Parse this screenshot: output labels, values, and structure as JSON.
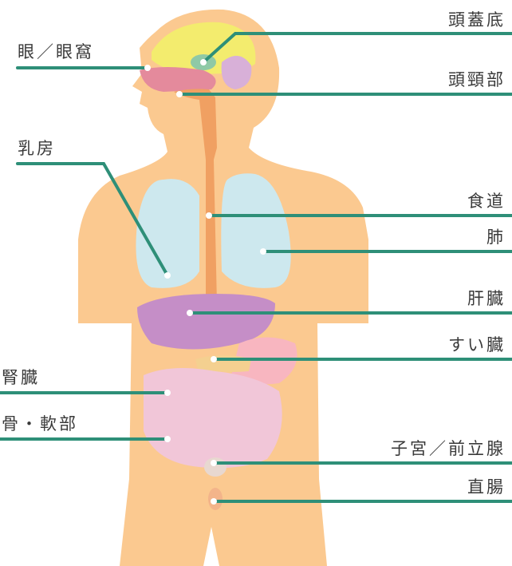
{
  "labels": {
    "skull_base": "頭蓋底",
    "eye_orbit": "眼／眼窩",
    "head_neck": "頭頸部",
    "breast": "乳房",
    "esophagus": "食道",
    "lung": "肺",
    "liver": "肝臓",
    "pancreas": "すい臓",
    "kidney": "腎臓",
    "bone_soft_tissue": "骨・軟部",
    "uterus_prostate": "子宮／前立腺",
    "rectum": "直腸"
  },
  "colors": {
    "skin": "#fbc990",
    "leader": "#2e8f78",
    "brain": "#f3ec6e",
    "lung": "#cde8ee",
    "esophagus": "#f0a062",
    "liver": "#c58ec7",
    "intestine": "#f1c6d8",
    "text": "#3a3a3a"
  }
}
